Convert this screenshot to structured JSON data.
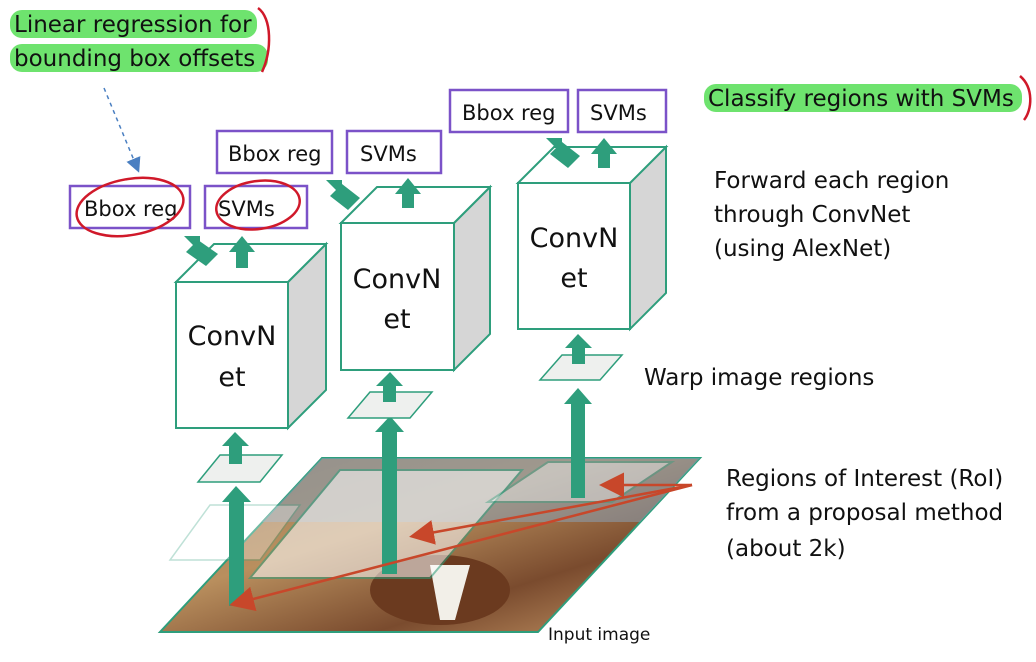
{
  "annotations": {
    "linear_regression_line1": "Linear regression for",
    "linear_regression_line2": "bounding box offsets",
    "classify": "Classify regions with SVMs"
  },
  "labels": {
    "bbox_reg": "Bbox reg",
    "svms": "SVMs",
    "convnet_line1": "ConvN",
    "convnet_line2": "et",
    "forward_line1": "Forward each region",
    "forward_line2": "through ConvNet",
    "forward_line3": "(using AlexNet)",
    "warp": "Warp image regions",
    "roi_line1": "Regions of Interest (RoI)",
    "roi_line2": "from a proposal method",
    "roi_line3": "(about 2k)",
    "input_image": "Input image"
  },
  "colors": {
    "green": "#2e9e7c",
    "box_border": "#7b52c8",
    "red_arrow": "#c8472a",
    "highlight": "#6ee36e",
    "ink": "#d0192a"
  }
}
